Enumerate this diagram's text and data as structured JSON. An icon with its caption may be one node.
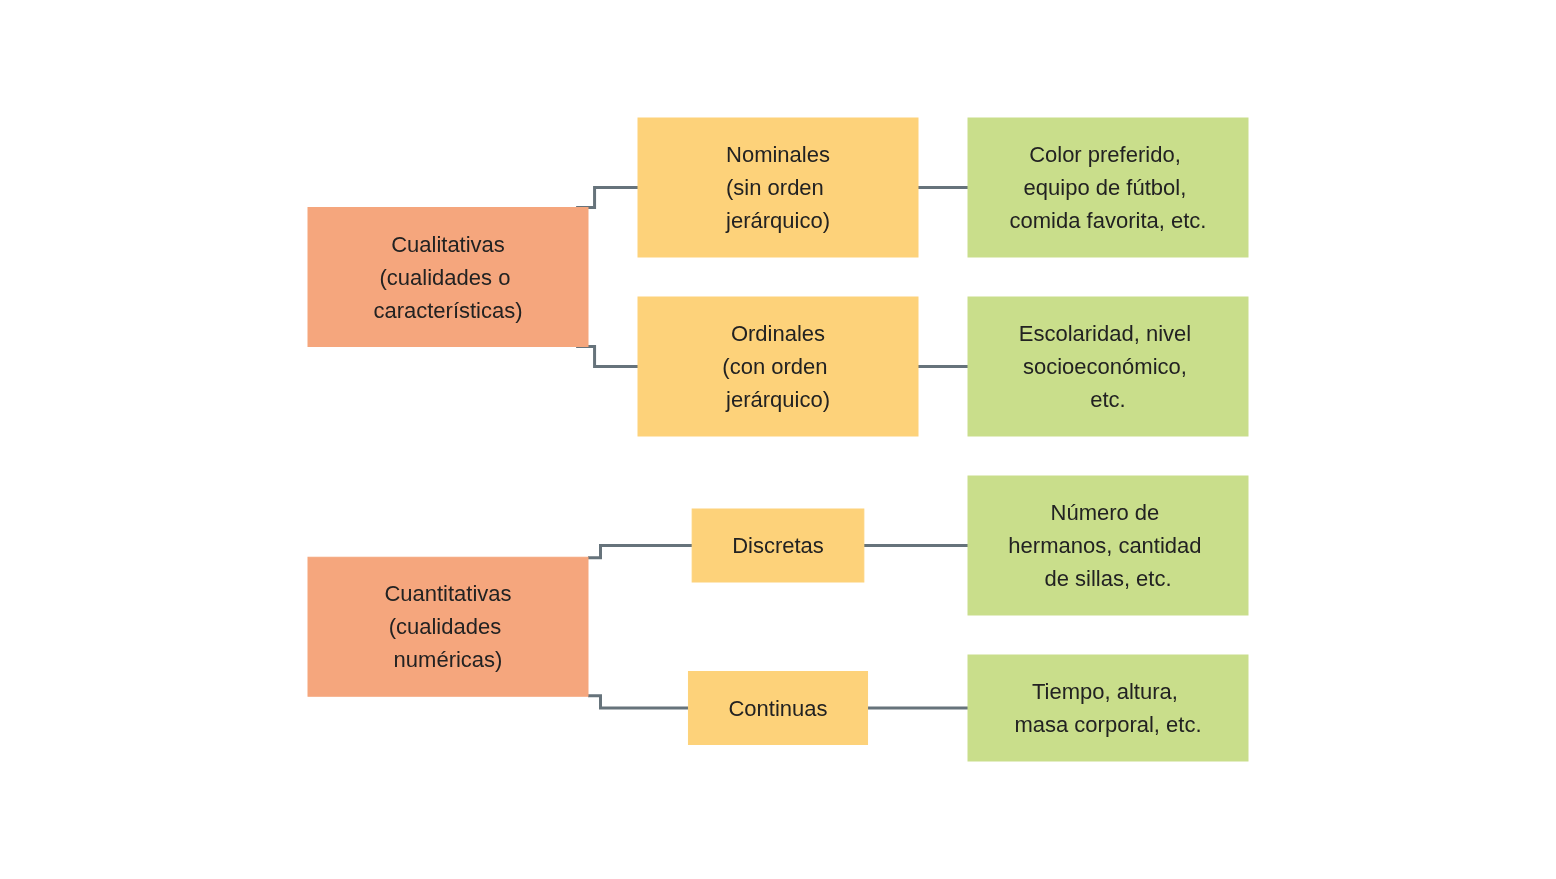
{
  "diagram": {
    "nodes": [
      {
        "text": [
          "Cualitativas",
          "(cualidades o características)"
        ]
      },
      {
        "text": [
          "Nominales",
          "(sin orden jerárquico)"
        ]
      },
      {
        "text": [
          "Color preferido, equipo de fútbol, comida favorita, etc."
        ]
      },
      {
        "text": [
          "Ordinales",
          "(con orden jerárquico)"
        ]
      },
      {
        "text": [
          "Escolaridad, nivel socioeconómico, etc."
        ]
      },
      {
        "text": [
          "Cuantitativas",
          "(cualidades numéricas)"
        ]
      },
      {
        "text": [
          "Discretas"
        ]
      },
      {
        "text": [
          "Número de hermanos, cantidad de sillas, etc."
        ]
      },
      {
        "text": [
          "Continuas"
        ]
      },
      {
        "text": [
          "Tiempo, altura, masa corporal, etc."
        ]
      }
    ],
    "edges": [
      {
        "from": 0,
        "to": 1,
        "arrow": "none"
      },
      {
        "from": 1,
        "to": 2,
        "arrow": "none"
      },
      {
        "from": 0,
        "to": 3,
        "arrow": "none"
      },
      {
        "from": 3,
        "to": 4,
        "arrow": "none"
      },
      {
        "from": 5,
        "to": 6,
        "arrow": "none"
      },
      {
        "from": 6,
        "to": 7,
        "arrow": "none"
      },
      {
        "from": 5,
        "to": 8,
        "arrow": "none"
      },
      {
        "from": 8,
        "to": 9,
        "arrow": "none"
      }
    ]
  }
}
